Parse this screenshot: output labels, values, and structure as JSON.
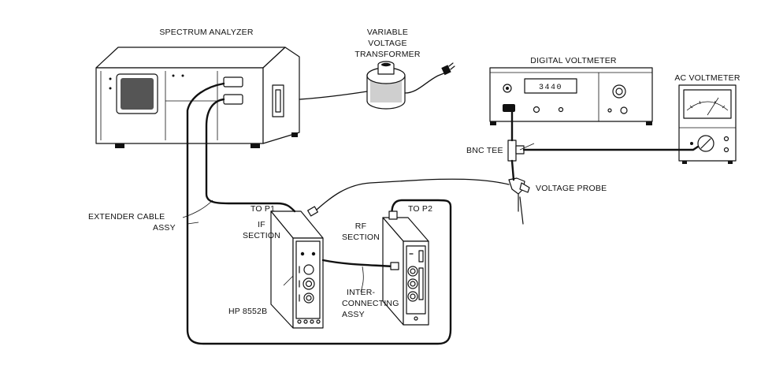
{
  "labels": {
    "spectrum_analyzer": "SPECTRUM ANALYZER",
    "variable_voltage_transformer": [
      "VARIABLE",
      "VOLTAGE",
      "TRANSFORMER"
    ],
    "digital_voltmeter": "DIGITAL VOLTMETER",
    "ac_voltmeter": "AC VOLTMETER",
    "bnc_tee": "BNC TEE",
    "voltage_probe": "VOLTAGE  PROBE",
    "to_p1": "TO P1",
    "to_p2": "TO P2",
    "if_section": [
      "IF",
      "SECTION"
    ],
    "rf_section": [
      "RF",
      "SECTION"
    ],
    "extender_cable": [
      "EXTENDER CABLE",
      "ASSY"
    ],
    "hp_model": "HP 8552B",
    "interconnecting": [
      "INTER-",
      "CONNECTING",
      "ASSY"
    ]
  },
  "dvm_display": "3440",
  "colors": {
    "ink": "#111111",
    "background": "#ffffff"
  }
}
